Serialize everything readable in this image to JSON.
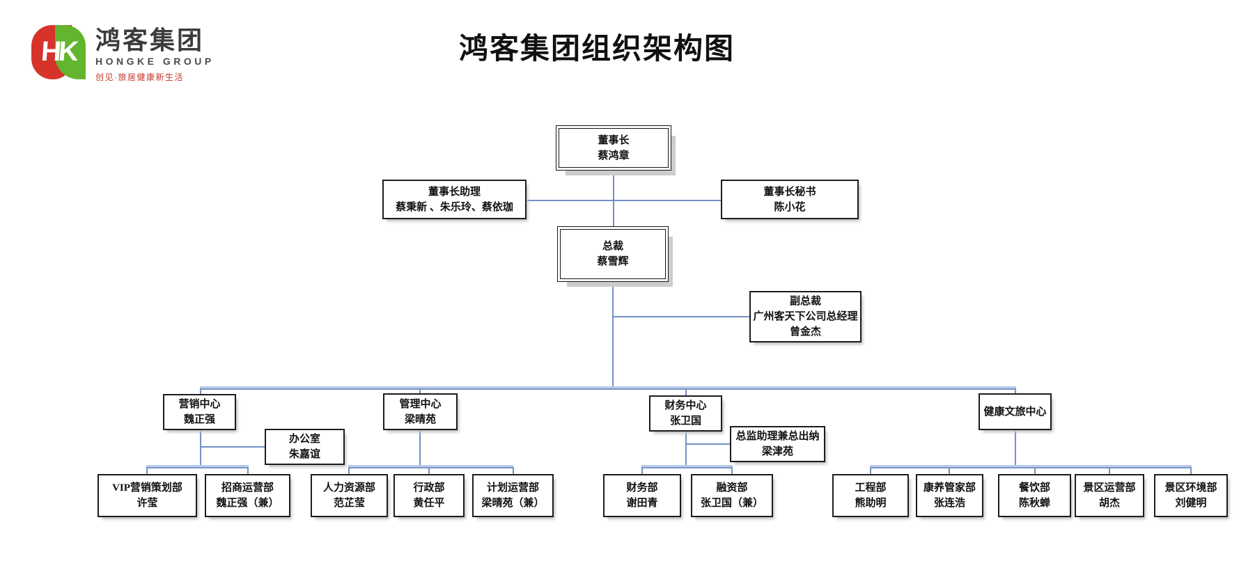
{
  "header": {
    "title": "鸿客集团组织架构图",
    "logo": {
      "monogram": "HK",
      "company_cn": "鸿客集团",
      "company_en": "HONGKE GROUP",
      "tagline": "创见·旅居健康新生活"
    }
  },
  "colors": {
    "connector_dark": "#7390c2",
    "connector_light": "#b9cbe7",
    "logo_red": "#d7332b",
    "logo_green": "#63b52d",
    "tagline_red": "#c5342c",
    "box_border": "#1c1c1c"
  },
  "nodes": {
    "chairman": {
      "title": "董事长",
      "name": "蔡鸿章"
    },
    "chairman_assistant": {
      "title": "董事长助理",
      "name": "蔡秉新 、朱乐玲、蔡依珈"
    },
    "chairman_secretary": {
      "title": "董事长秘书",
      "name": "陈小花"
    },
    "president": {
      "title": "总裁",
      "name": "蔡雪辉"
    },
    "vice_president": {
      "title": "副总裁",
      "subtitle": "广州客天下公司总经理",
      "name": "曾金杰"
    },
    "marketing_center": {
      "title": "营销中心",
      "name": "魏正强"
    },
    "office": {
      "title": "办公室",
      "name": "朱嘉谊"
    },
    "management_center": {
      "title": "管理中心",
      "name": "梁晴苑"
    },
    "finance_center": {
      "title": "财务中心",
      "name": "张卫国"
    },
    "director_assistant": {
      "title": "总监助理兼总出纳",
      "name": "梁津苑"
    },
    "health_center": {
      "title": "健康文旅中心"
    },
    "vip_marketing": {
      "title": "VIP营销策划部",
      "name": "许莹"
    },
    "investment_ops": {
      "title": "招商运营部",
      "name": "魏正强（兼）"
    },
    "hr": {
      "title": "人力资源部",
      "name": "范芷莹"
    },
    "admin": {
      "title": "行政部",
      "name": "黄任平"
    },
    "planning_ops": {
      "title": "计划运营部",
      "name": "梁晴苑（兼）"
    },
    "finance_dept": {
      "title": "财务部",
      "name": "谢田青"
    },
    "financing_dept": {
      "title": "融资部",
      "name": "张卫国（兼）"
    },
    "engineering": {
      "title": "工程部",
      "name": "熊助明"
    },
    "wellness_butler": {
      "title": "康养管家部",
      "name": "张连浩"
    },
    "catering": {
      "title": "餐饮部",
      "name": "陈秋蝉"
    },
    "scenic_ops": {
      "title": "景区运营部",
      "name": "胡杰"
    },
    "scenic_env": {
      "title": "景区环境部",
      "name": "刘健明"
    }
  }
}
